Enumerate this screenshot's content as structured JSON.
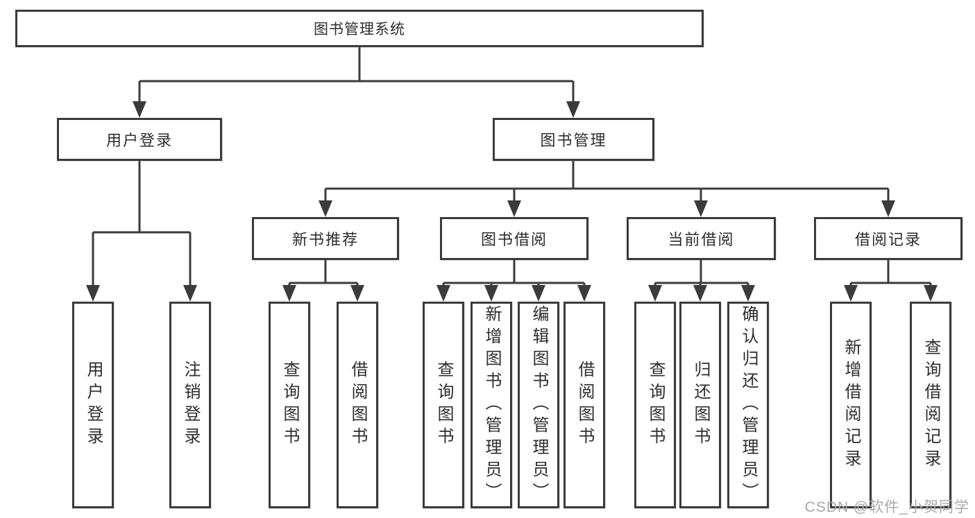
{
  "diagram": {
    "type": "tree-structure-diagram",
    "colors": {
      "line": "#3b3b3b",
      "border": "#3b3b3b",
      "text": "#2d2d2d",
      "background": "#ffffff",
      "watermark": "#a9a9a9"
    },
    "tree": {
      "root": {
        "label": "图书管理系统"
      },
      "branches": [
        {
          "label": "用户登录",
          "children": [
            {
              "label": "用户登录"
            },
            {
              "label": "注销登录"
            }
          ]
        },
        {
          "label": "图书管理",
          "children": [
            {
              "label": "新书推荐",
              "children": [
                {
                  "label": "查询图书"
                },
                {
                  "label": "借阅图书"
                }
              ]
            },
            {
              "label": "图书借阅",
              "children": [
                {
                  "label": "查询图书"
                },
                {
                  "label": "新增图书（管理员）"
                },
                {
                  "label": "编辑图书（管理员）"
                },
                {
                  "label": "借阅图书"
                }
              ]
            },
            {
              "label": "当前借阅",
              "children": [
                {
                  "label": "查询图书"
                },
                {
                  "label": "归还图书"
                },
                {
                  "label": "确认归还（管理员）"
                }
              ]
            },
            {
              "label": "借阅记录",
              "children": [
                {
                  "label": "新增借阅记录"
                },
                {
                  "label": "查询借阅记录"
                }
              ]
            }
          ]
        }
      ]
    },
    "watermark": {
      "text": "CSDN @软件_小贺同学"
    }
  }
}
